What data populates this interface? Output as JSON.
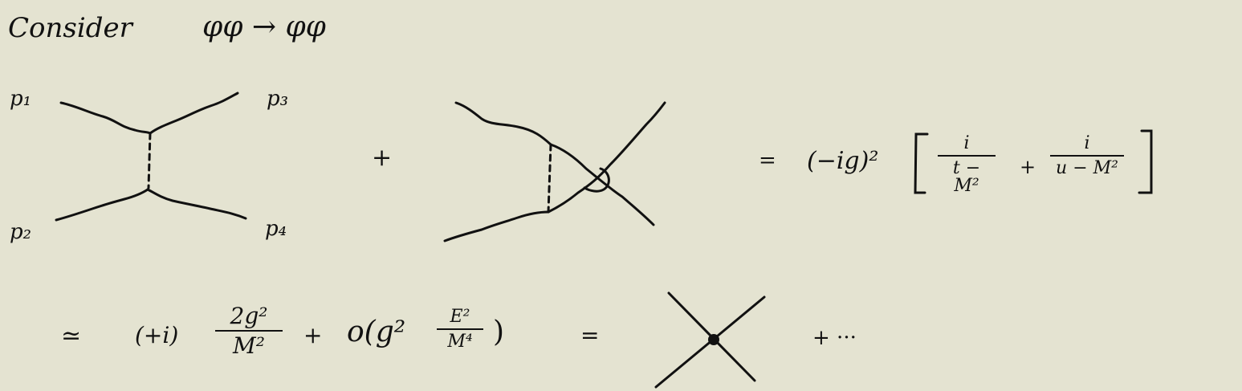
{
  "heading": "Consider",
  "process": "φφ → φφ",
  "labels": {
    "p1": "p₁",
    "p2": "p₂",
    "p3": "p₃",
    "p4": "p₄"
  },
  "line1": {
    "plus": "+",
    "equals": "=",
    "coupling": "(−ig)²",
    "frac_t": {
      "num": "i",
      "den": "t − M²"
    },
    "plus_inner": "+",
    "frac_u": {
      "num": "i",
      "den": "u − M²"
    }
  },
  "line2": {
    "approx": "≃",
    "factor": "(+i)",
    "frac_2g": {
      "num": "2g²",
      "den": "M²"
    },
    "plus": "+",
    "order_open": "o(g²",
    "frac_e": {
      "num": "E²",
      "den": "M⁴"
    },
    "order_close": ")",
    "equals": "=",
    "trailing": "+ ···"
  },
  "colors": {
    "background": "#e4e3d1",
    "ink": "#111111"
  }
}
